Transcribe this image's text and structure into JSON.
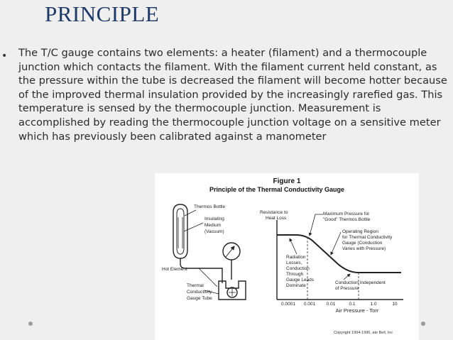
{
  "slide": {
    "title": "PRINCIPLE",
    "bullet_marker": "•",
    "bullet_text": "The T/C gauge contains two elements: a heater (filament) and a thermocouple junction which contacts the filament. With the filament current held constant, as the pressure within the tube is decreased the filament will become hotter because of the improved thermal insulation provided by the increasingly rarefied gas. This temperature is sensed by the thermocouple junction. Measurement is accomplished by reading the thermocouple junction voltage on a sensitive meter which has previously been calibrated against a manometer"
  },
  "figure": {
    "heading": "Figure 1",
    "subheading": "Principle of the Thermal Conductivity Gauge",
    "labels": {
      "thermos_bottle": "Thermos Bottle",
      "insulating_1": "Insulating",
      "insulating_2": "Medium",
      "insulating_3": "(Vacuum)",
      "hot_element": "Hot Element",
      "tube_1": "Thermal",
      "tube_2": "Conductivity",
      "tube_3": "Gauge Tube"
    },
    "chart": {
      "ylabel_1": "Resistance to",
      "ylabel_2": "Heat Loss",
      "xlabel": "Air Pressure - Torr",
      "ticks": [
        "0.0001",
        "0.001",
        "0.01",
        "0.1",
        "1.0",
        "10"
      ],
      "annotations": {
        "max_1": "Maximum Pressure for",
        "max_2": "\"Good\" Thermos Bottle",
        "op_1": "Operating Region",
        "op_2": "for Thermal Conductivity",
        "op_3": "Gauge (Conduction",
        "op_4": "Varies with Pressure)",
        "rad_1": "Radiation",
        "rad_2": "Losses,",
        "rad_3": "Conduction",
        "rad_4": "Through",
        "rad_5": "Gauge Leads",
        "rad_6": "Dominate",
        "ind_1": "Conduction Independent",
        "ind_2": "of Pressure"
      }
    },
    "copyright": "Copyright 1994-1996, ate Bell, Inc"
  }
}
